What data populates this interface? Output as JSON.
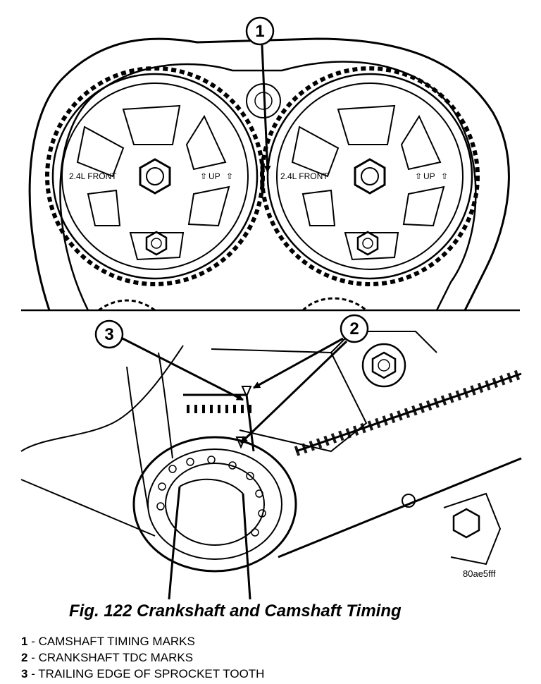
{
  "figure": {
    "image_code": "80ae5fff",
    "sprocket_label_front": "2.4L FRONT",
    "sprocket_label_up": "UP",
    "callouts": [
      "1",
      "2",
      "3"
    ],
    "caption": "Fig. 122 Crankshaft and Camshaft Timing",
    "legend": [
      {
        "num": "1",
        "sep": " - ",
        "text": "CAMSHAFT TIMING MARKS"
      },
      {
        "num": "2",
        "sep": " - ",
        "text": "CRANKSHAFT TDC MARKS"
      },
      {
        "num": "3",
        "sep": " - ",
        "text": "TRAILING EDGE OF SPROCKET TOOTH"
      }
    ]
  }
}
